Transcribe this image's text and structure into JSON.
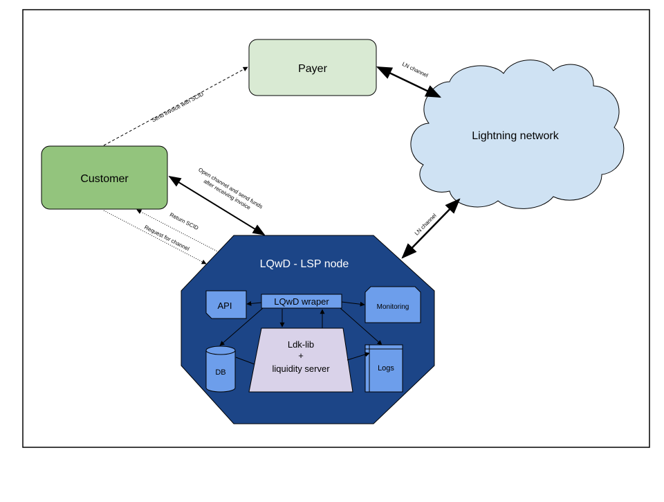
{
  "nodes": {
    "payer": {
      "label": "Payer",
      "fill": "#d9ead3"
    },
    "customer": {
      "label": "Customer",
      "fill": "#93c47d"
    },
    "lightning": {
      "label": "Lightning network",
      "fill": "#cfe2f3"
    },
    "lsp": {
      "label": "LQwD - LSP node",
      "fill": "#1c4587"
    },
    "wrapper": {
      "label": "LQwD wraper",
      "fill": "#6d9eeb"
    },
    "api": {
      "label": "API",
      "fill": "#6d9eeb"
    },
    "monitoring": {
      "label": "Monitoring",
      "fill": "#6d9eeb"
    },
    "db": {
      "label": "DB",
      "fill": "#6d9eeb"
    },
    "logs": {
      "label": "Logs",
      "fill": "#6d9eeb"
    },
    "ldk": {
      "line1": "Ldk-lib",
      "line2": "+",
      "line3": "liquidity server",
      "fill": "#d9d2e9"
    }
  },
  "edges": {
    "send_invoice": "Send invoice with SCID",
    "ln_channel_top": "LN channel",
    "ln_channel_bottom": "LN channel",
    "open_channel_1": "Open channel and send funds",
    "open_channel_2": "after receiving invoice",
    "return_scid": "Return SCID",
    "request_channel": "Request for channel"
  }
}
